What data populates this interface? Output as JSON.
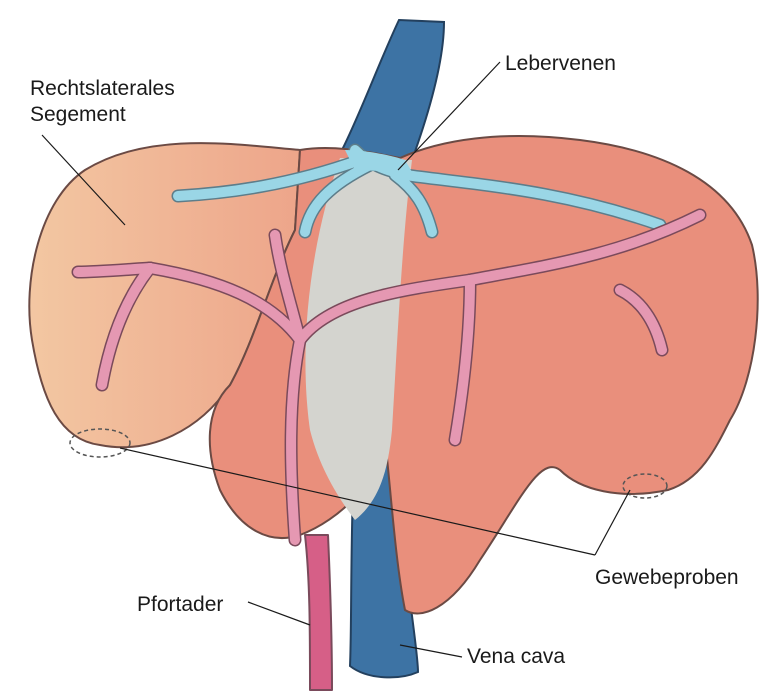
{
  "labels": {
    "right_lateral_segment_line1": "Rechtslaterales",
    "right_lateral_segment_line2": "Segement",
    "hepatic_veins": "Lebervenen",
    "tissue_samples": "Gewebeproben",
    "portal_vein": "Pfortader",
    "vena_cava": "Vena cava"
  },
  "colors": {
    "liver_left": "#f3c49f",
    "liver_main": "#e98f7c",
    "liver_outline": "#6b4a44",
    "vena_cava": "#3d73a4",
    "hepatic_veins": "#9ad6e6",
    "portal_vein": "#e598b2",
    "portal_vein_dark": "#d65f87",
    "caval_region": "#d4d4cf"
  }
}
